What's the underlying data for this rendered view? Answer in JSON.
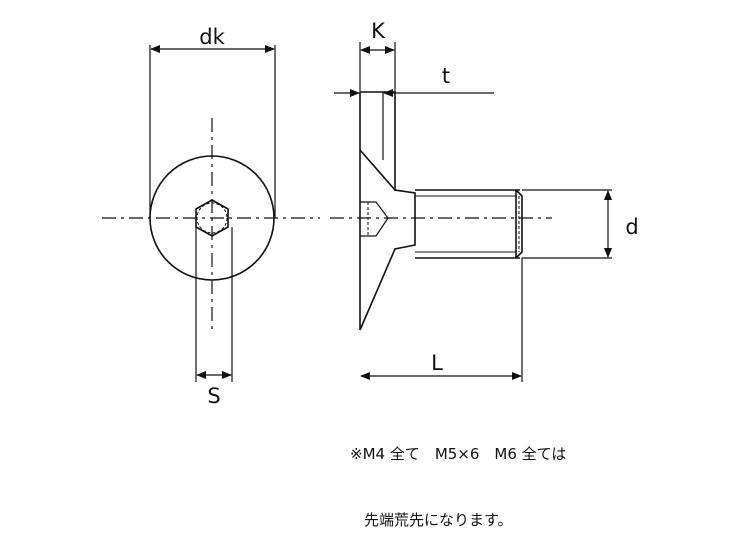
{
  "labels": {
    "dk": "dk",
    "K": "K",
    "t": "t",
    "d": "d",
    "L": "L",
    "S": "S"
  },
  "note": {
    "line1": "※M4 全て　M5×6　M6 全ては",
    "line2": "先端荒先になります。"
  },
  "colors": {
    "line": "#111111",
    "background": "#ffffff"
  }
}
